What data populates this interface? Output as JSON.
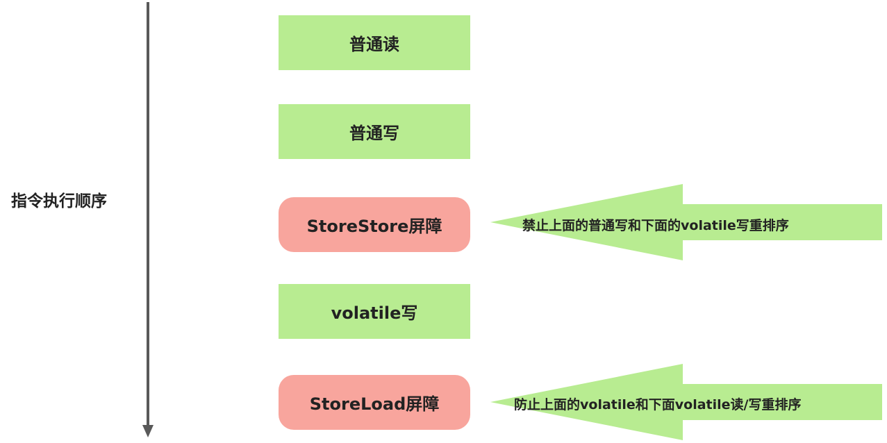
{
  "axis": {
    "label": "指令执行顺序"
  },
  "steps": [
    {
      "label": "普通读",
      "kind": "normal"
    },
    {
      "label": "普通写",
      "kind": "normal"
    },
    {
      "label": "StoreStore屏障",
      "kind": "barrier"
    },
    {
      "label": "volatile写",
      "kind": "normal"
    },
    {
      "label": "StoreLoad屏障",
      "kind": "barrier"
    }
  ],
  "callouts": [
    {
      "text": "禁止上面的普通写和下面的volatile写重排序"
    },
    {
      "text": "防止上面的volatile和下面volatile读/写重排序"
    }
  ],
  "colors": {
    "normal_fill": "#b8ec91",
    "barrier_fill": "#f8a59d",
    "arrow_fill": "#b8ec91",
    "axis_line": "#595959"
  }
}
